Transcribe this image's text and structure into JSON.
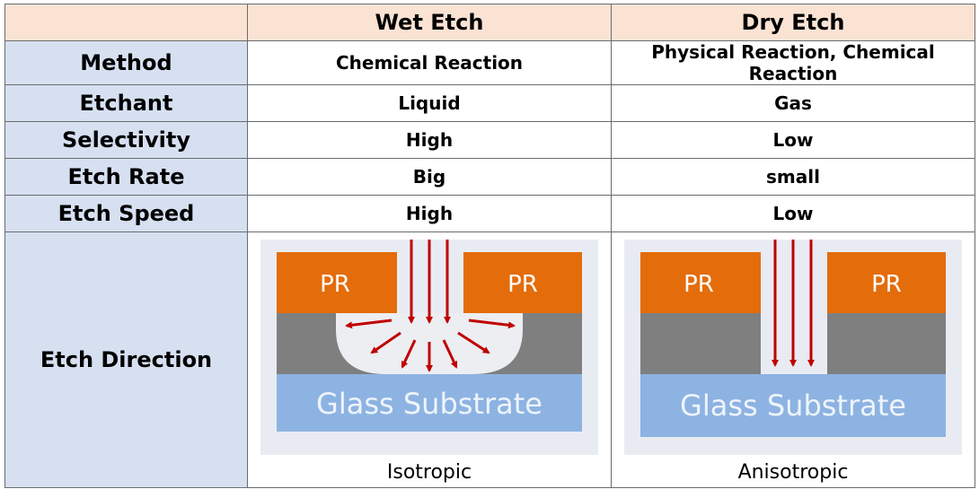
{
  "columns": [
    "",
    "Wet Etch",
    "Dry Etch"
  ],
  "rows": [
    {
      "label": "Method",
      "wet": "Chemical Reaction",
      "dry": "Physical Reaction, Chemical Reaction"
    },
    {
      "label": "Etchant",
      "wet": "Liquid",
      "dry": "Gas"
    },
    {
      "label": "Selectivity",
      "wet": "High",
      "dry": "Low"
    },
    {
      "label": "Etch Rate",
      "wet": "Big",
      "dry": "small"
    },
    {
      "label": "Etch Speed",
      "wet": "High",
      "dry": "Low"
    }
  ],
  "direction": {
    "label": "Etch Direction",
    "wet": {
      "caption": "Isotropic",
      "pr_left": "PR",
      "pr_right": "PR",
      "substrate": "Glass Substrate"
    },
    "dry": {
      "caption": "Anisotropic",
      "pr_left": "PR",
      "pr_right": "PR",
      "substrate": "Glass Substrate"
    }
  },
  "colors": {
    "header_bg": "#fbe3d4",
    "rowhead_bg": "#d6e0f1",
    "pr": "#e46c0a",
    "film": "#7f7f7f",
    "substrate": "#8db3e2",
    "arrow": "#c00000",
    "diagram_bg": "#e8ecf2"
  }
}
